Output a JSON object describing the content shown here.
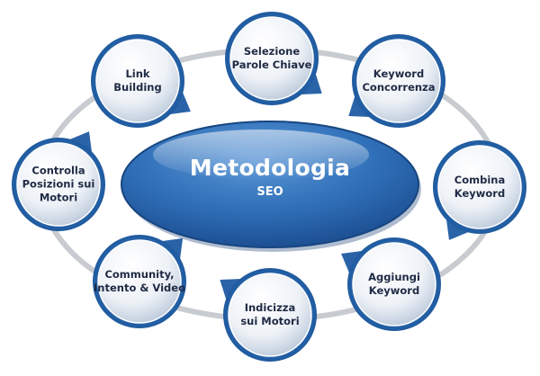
{
  "center": {
    "title": "Metodologia",
    "subtitle": "SEO"
  },
  "nodes": [
    {
      "id": "selezione",
      "lines": [
        "Selezione",
        "Parole Chiave"
      ]
    },
    {
      "id": "keyword-concorrenza",
      "lines": [
        "Keyword",
        "Concorrenza"
      ]
    },
    {
      "id": "combina",
      "lines": [
        "Combina",
        "Keyword"
      ]
    },
    {
      "id": "aggiungi",
      "lines": [
        "Aggiungi",
        "Keyword"
      ]
    },
    {
      "id": "indicizza",
      "lines": [
        "Indicizza",
        "sui Motori"
      ]
    },
    {
      "id": "community",
      "lines": [
        "Community,",
        "Intento & Video"
      ]
    },
    {
      "id": "controlla",
      "lines": [
        "Controlla",
        "Posizioni sui",
        "Motori"
      ]
    },
    {
      "id": "link-building",
      "lines": [
        "Link",
        "Building"
      ]
    }
  ],
  "colors": {
    "ring": "#c8cbd0",
    "center_fill": "#2f6fb8",
    "center_dark": "#1c4f92",
    "node_glow": "#3f80c8",
    "label": "#1f2a44"
  }
}
